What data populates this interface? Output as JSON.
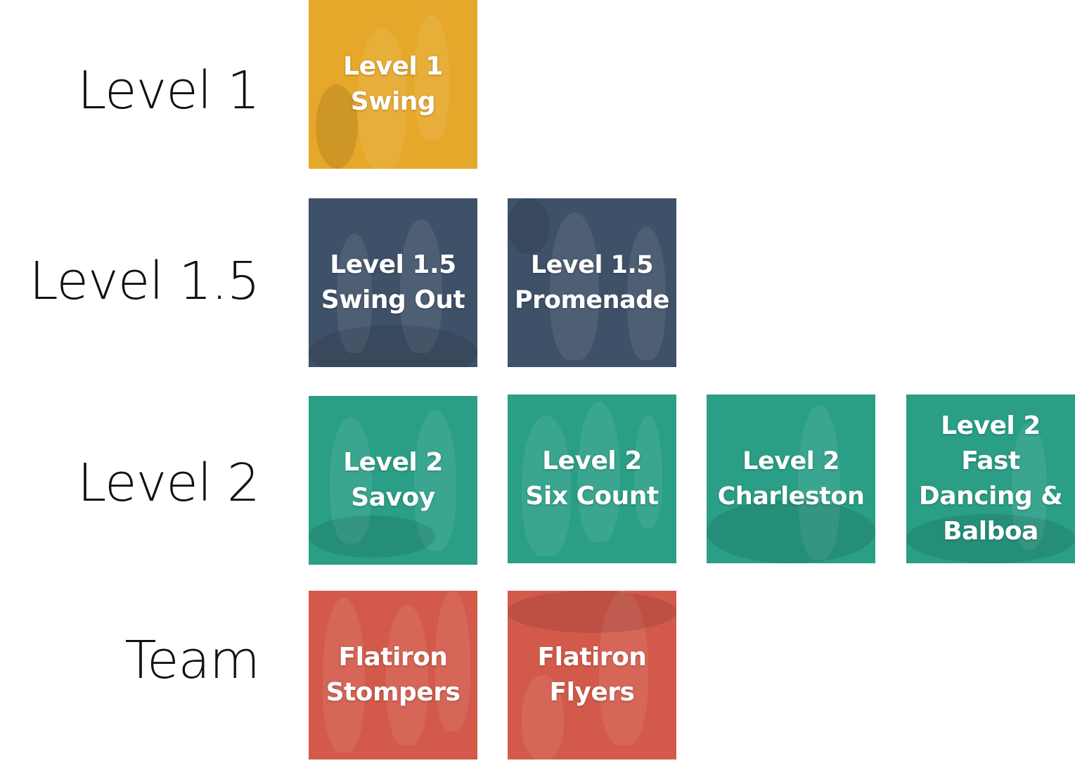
{
  "colors": {
    "level1": "#e6a82a",
    "level15": "#3f5168",
    "level2": "#2a9f86",
    "team": "#d35a4a"
  },
  "rows": [
    {
      "label": "Level 1",
      "tiles": [
        {
          "lines": [
            "Level 1",
            "Swing"
          ]
        }
      ]
    },
    {
      "label": "Level 1.5",
      "tiles": [
        {
          "lines": [
            "Level 1.5",
            "Swing Out"
          ]
        },
        {
          "lines": [
            "Level 1.5",
            "Promenade"
          ]
        }
      ]
    },
    {
      "label": "Level 2",
      "tiles": [
        {
          "lines": [
            "Level 2",
            "Savoy"
          ]
        },
        {
          "lines": [
            "Level 2",
            "Six Count"
          ]
        },
        {
          "lines": [
            "Level 2",
            "Charleston"
          ]
        },
        {
          "lines": [
            "Level 2",
            "Fast",
            "Dancing &",
            "Balboa"
          ]
        }
      ]
    },
    {
      "label": "Team",
      "tiles": [
        {
          "lines": [
            "Flatiron",
            "Stompers"
          ]
        },
        {
          "lines": [
            "Flatiron",
            "Flyers"
          ]
        }
      ]
    }
  ]
}
